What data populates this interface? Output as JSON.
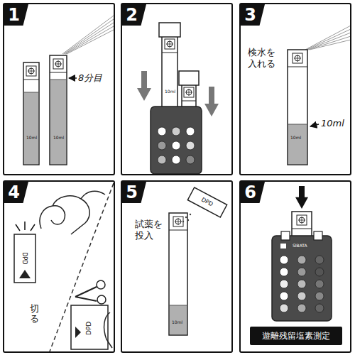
{
  "diagram": {
    "nodes": [
      {
        "text": [
          "8分目",
          "10ml",
          "10ml"
        ]
      },
      {
        "text": [
          "1"
        ],
        "in": 0
      },
      {
        "text": [
          "10ml"
        ]
      },
      {
        "text": [
          "2"
        ],
        "in": 2
      },
      {
        "text": [
          "検水を 入れる",
          "10ml",
          "10ml"
        ]
      },
      {
        "text": [
          "3"
        ],
        "in": 4
      },
      {
        "text": [
          "切る",
          "DPD",
          "DPD"
        ]
      },
      {
        "text": [
          "4"
        ],
        "in": 6
      },
      {
        "text": [
          "試薬を 投入",
          "10ml",
          "DPD"
        ]
      },
      {
        "text": [
          "5"
        ],
        "in": 8
      },
      {
        "text": [
          "SIBATA"
        ]
      },
      {
        "text": [
          "6"
        ],
        "in": 10
      },
      {
        "text": [
          "遊離残留塩素測定"
        ],
        "in": 10
      }
    ]
  }
}
